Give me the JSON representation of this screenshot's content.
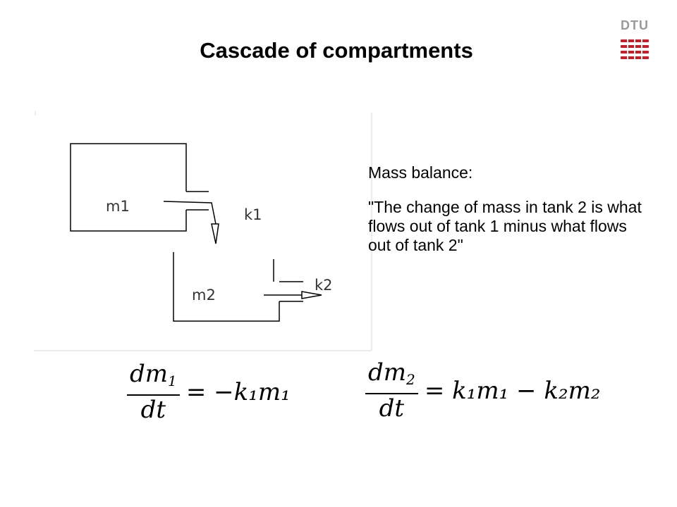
{
  "slide": {
    "title": "Cascade of compartments"
  },
  "logo": {
    "text": "DTU",
    "color": "#c0202a",
    "text_color": "#9a9a9a"
  },
  "diagram": {
    "tank1_label": "m1",
    "tank2_label": "m2",
    "flow1_label": "k1",
    "flow2_label": "k2"
  },
  "text": {
    "heading": "Mass balance:",
    "body": "\"The change of mass in tank 2 is what flows out of tank 1 minus what flows out of tank 2\""
  },
  "equations": {
    "eq1": {
      "numerator": "dm",
      "numerator_sub": "1",
      "denominator": "dt",
      "rhs": "= −k₁m₁"
    },
    "eq2": {
      "numerator": "dm",
      "numerator_sub": "2",
      "denominator": "dt",
      "rhs": "= k₁m₁ − k₂m₂"
    }
  }
}
